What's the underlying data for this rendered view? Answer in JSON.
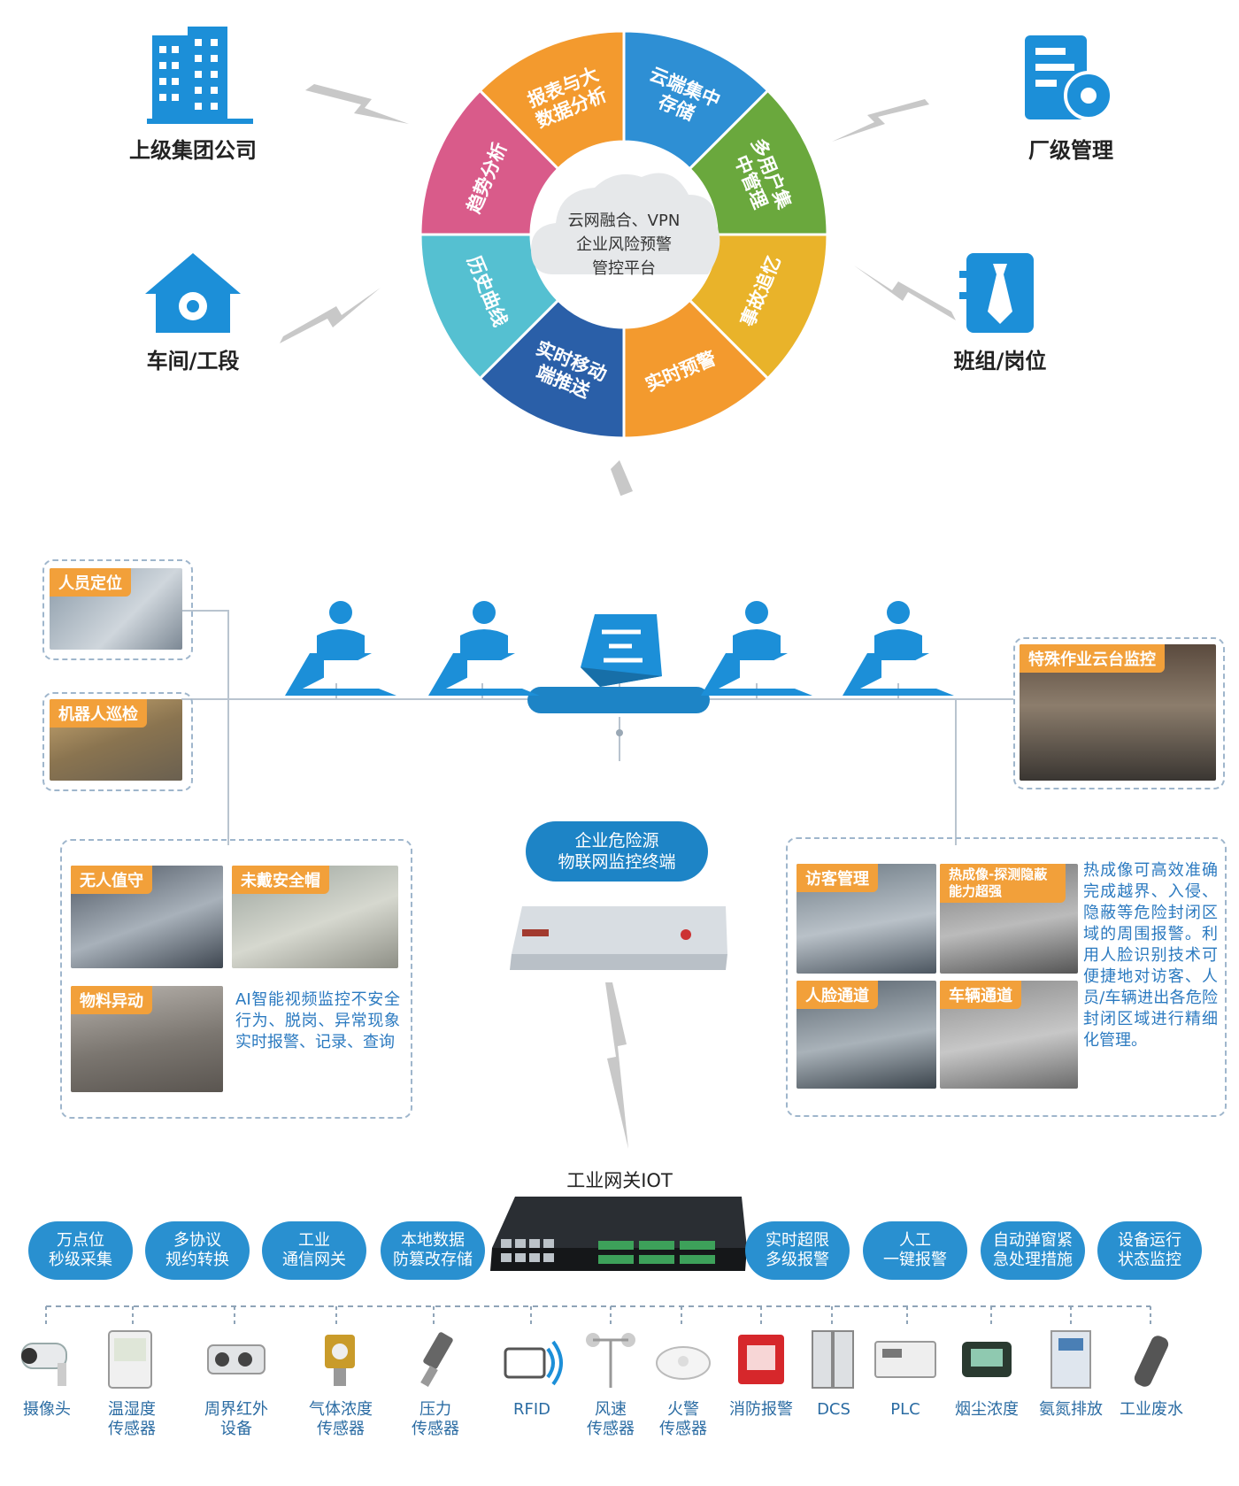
{
  "corners": {
    "top_left": "上级集团公司",
    "top_right": "厂级管理",
    "mid_left": "车间/工段",
    "mid_right": "班组/岗位"
  },
  "wheel": {
    "center_lines": [
      "云网融合、VPN",
      "企业风险预警",
      "管控平台"
    ],
    "segments": [
      {
        "lines": [
          "云端集中",
          "存储"
        ],
        "color": "#2e8fd4"
      },
      {
        "lines": [
          "多用户集",
          "中管理"
        ],
        "color": "#6aa83d"
      },
      {
        "lines": [
          "事故追忆"
        ],
        "color": "#e9b32a"
      },
      {
        "lines": [
          "实时预警"
        ],
        "color": "#f39a2e"
      },
      {
        "lines": [
          "实时移动",
          "端推送"
        ],
        "color": "#2a5fa8"
      },
      {
        "lines": [
          "历史曲线"
        ],
        "color": "#55c0d1"
      },
      {
        "lines": [
          "趋势分析"
        ],
        "color": "#d95b8a"
      },
      {
        "lines": [
          "报表与大",
          "数据分析"
        ],
        "color": "#f39a2e"
      }
    ]
  },
  "left_photos": {
    "positioning": "人员定位",
    "robot": "机器人巡检"
  },
  "right_photo": "特殊作业云台监控",
  "terminal_label": [
    "企业危险源",
    "物联网监控终端"
  ],
  "left_box": {
    "photo_tags": [
      "无人值守",
      "未戴安全帽",
      "物料异动"
    ],
    "text": "AI智能视频监控不安全行为、脱岗、异常现象实时报警、记录、查询"
  },
  "right_box": {
    "photo_tags": [
      "访客管理",
      "热成像-探测隐蔽能力超强",
      "人脸通道",
      "车辆通道"
    ],
    "text": "热成像可高效准确完成越界、入侵、隐蔽等危险封闭区域的周围报警。利用人脸识别技术可便捷地对访客、人员/车辆进出各危险封闭区域进行精细化管理。"
  },
  "gateway_title": "工业网关IOT",
  "features_left": [
    "万点位\n秒级采集",
    "多协议\n规约转换",
    "工业\n通信网关",
    "本地数据\n防篡改存储"
  ],
  "features_right": [
    "实时超限\n多级报警",
    "人工\n一键报警",
    "自动弹窗紧\n急处理措施",
    "设备运行\n状态监控"
  ],
  "devices": [
    {
      "label": "摄像头",
      "icon": "camera-icon"
    },
    {
      "label": "温湿度\n传感器",
      "icon": "thermometer-icon"
    },
    {
      "label": "周界红外\n设备",
      "icon": "infrared-icon"
    },
    {
      "label": "气体浓度\n传感器",
      "icon": "gas-sensor-icon"
    },
    {
      "label": "压力\n传感器",
      "icon": "pressure-sensor-icon"
    },
    {
      "label": "RFID",
      "icon": "rfid-icon"
    },
    {
      "label": "风速\n传感器",
      "icon": "anemometer-icon"
    },
    {
      "label": "火警\n传感器",
      "icon": "smoke-detector-icon"
    },
    {
      "label": "消防报警",
      "icon": "fire-alarm-icon"
    },
    {
      "label": "DCS",
      "icon": "dcs-cabinet-icon"
    },
    {
      "label": "PLC",
      "icon": "plc-icon"
    },
    {
      "label": "烟尘浓度",
      "icon": "dust-meter-icon"
    },
    {
      "label": "氨氮排放",
      "icon": "ammonia-analyzer-icon"
    },
    {
      "label": "工业废水",
      "icon": "wastewater-probe-icon"
    }
  ],
  "colors": {
    "accent_blue": "#1d84c6",
    "tag_orange": "#f2a03a",
    "text_blue": "#2b7ac0",
    "icon_blue": "#1c8fd8"
  }
}
